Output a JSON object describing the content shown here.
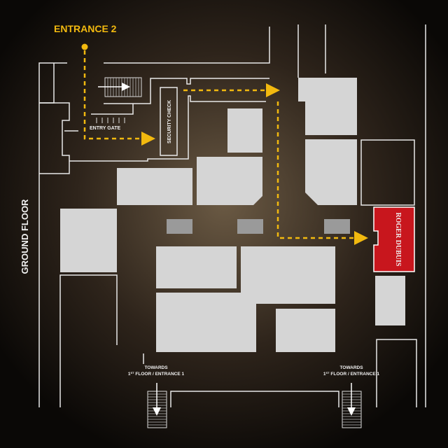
{
  "map": {
    "entrance_label": "ENTRANCE 2",
    "entry_gate_label": "ENTRY GATE",
    "security_label": "SECURITY CHECK",
    "floor_label": "GROUND FLOOR",
    "highlight_store": "ROGER DUBUIS",
    "stairs": [
      {
        "line1": "TOWARDS",
        "floor_num": "1",
        "floor_sup": "ST",
        "line2_rest": " FLOOR / ENTRANCE 1"
      },
      {
        "line1": "TOWARDS",
        "floor_num": "1",
        "floor_sup": "ST",
        "line2_rest": " FLOOR / ENTRANCE 1"
      }
    ],
    "colors": {
      "route": "#f2b90f",
      "highlight": "#c8161d",
      "store": "#d5d5d5"
    }
  }
}
